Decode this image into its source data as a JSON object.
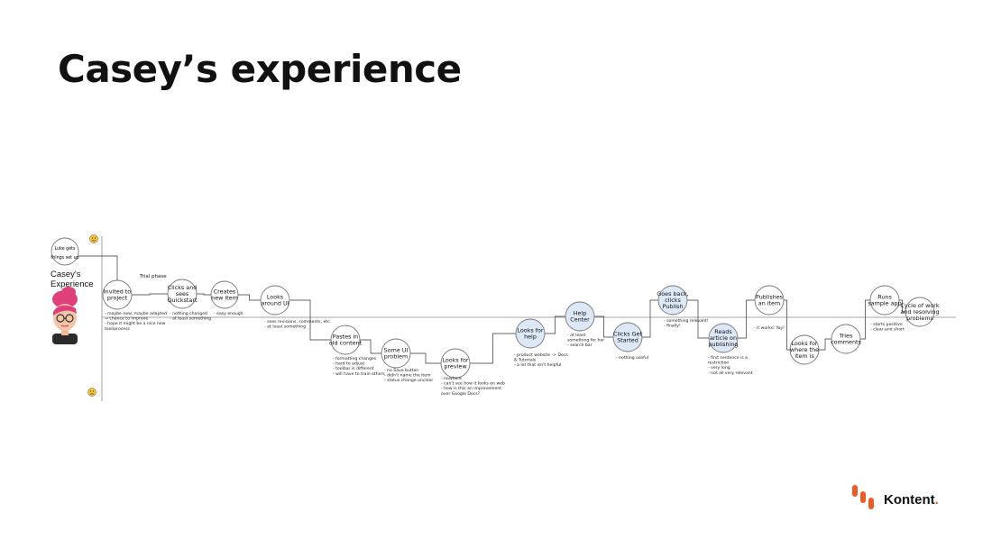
{
  "page": {
    "title": "Casey’s experience"
  },
  "colors": {
    "brand": "#f05a22",
    "highlight_node": "#dde8f7",
    "plain_node": "#ffffff",
    "face_yellow": "#f4c430"
  },
  "persona": {
    "label_line1": "Casey's",
    "label_line2": "Experience",
    "start_bubble": [
      "Luke gets",
      "things set up"
    ],
    "phase_label": "Trial phase",
    "top_mood_icon": "smiling-face-icon",
    "bottom_mood_icon": "frowning-face-icon"
  },
  "steps": [
    {
      "id": "invited",
      "lines": [
        "Invited to",
        "project"
      ],
      "highlight": false,
      "notes": [
        "- maybe new, maybe adapted",
        "→ chance to improve",
        "- hope it might be a nice new",
        "tool/process"
      ]
    },
    {
      "id": "quickstart",
      "lines": [
        "Clicks and",
        "sees",
        "Quickstart"
      ],
      "highlight": false,
      "notes": [
        "- nothing changed",
        "- at least something"
      ]
    },
    {
      "id": "create",
      "lines": [
        "Creates",
        "new item"
      ],
      "highlight": false,
      "notes": [
        "- easy enough"
      ]
    },
    {
      "id": "looks-ui",
      "lines": [
        "Looks",
        "around UI"
      ],
      "highlight": false,
      "notes": [
        "- sees revisions, comments, etc.",
        "- at least something"
      ]
    },
    {
      "id": "pastes",
      "lines": [
        "Pastes in",
        "old content"
      ],
      "highlight": false,
      "notes": [
        "- formatting changes",
        "- hard to adjust",
        "- toolbar is different",
        "- will have to train others"
      ]
    },
    {
      "id": "ui-problem",
      "lines": [
        "Some UI",
        "problem"
      ],
      "highlight": false,
      "notes": [
        "- no Save button",
        "- didn't name the item",
        "- status change unclear"
      ]
    },
    {
      "id": "preview",
      "lines": [
        "Looks for",
        "preview"
      ],
      "highlight": false,
      "notes": [
        "- nowhere",
        "- can't see how it looks on web",
        "- how is this an improvement",
        "over Google Docs?"
      ]
    },
    {
      "id": "help",
      "lines": [
        "Looks for",
        "help"
      ],
      "highlight": true,
      "notes": [
        "- product website -> Docs",
        "& Tutorials",
        "- a lot that isn't helpful"
      ]
    },
    {
      "id": "help-center",
      "lines": [
        "Help",
        "Center"
      ],
      "highlight": true,
      "notes": [
        "- at least",
        "something for her",
        "- search bar"
      ]
    },
    {
      "id": "get-started",
      "lines": [
        "Clicks Get",
        "Started"
      ],
      "highlight": true,
      "notes": [
        "- nothing useful"
      ]
    },
    {
      "id": "publish",
      "lines": [
        "Goes back,",
        "clicks",
        "Publish"
      ],
      "highlight": true,
      "notes": [
        "- something relevant!",
        "- finally!"
      ]
    },
    {
      "id": "reads",
      "lines": [
        "Reads",
        "article on",
        "publishing"
      ],
      "highlight": true,
      "notes": [
        "- first sentence is a",
        "restriction",
        "- very long",
        "- not all very relevant"
      ]
    },
    {
      "id": "publishes",
      "lines": [
        "Publishes",
        "an item"
      ],
      "highlight": false,
      "notes": [
        "- it works! Yay!"
      ]
    },
    {
      "id": "where",
      "lines": [
        "Looks for",
        "where the",
        "item is"
      ],
      "highlight": false,
      "notes": []
    },
    {
      "id": "comments",
      "lines": [
        "Tries",
        "comments"
      ],
      "highlight": false,
      "notes": []
    },
    {
      "id": "sample-app",
      "lines": [
        "Runs",
        "sample app"
      ],
      "highlight": false,
      "notes": [
        "- starts positive",
        "- clear and short"
      ]
    },
    {
      "id": "cycle",
      "lines": [
        "Cycle of work",
        "and resolving",
        "problems"
      ],
      "highlight": false,
      "notes": []
    }
  ],
  "brand": {
    "name": "Kontent",
    "dot": ".",
    "logo_icon": "kontent-logo-icon"
  }
}
